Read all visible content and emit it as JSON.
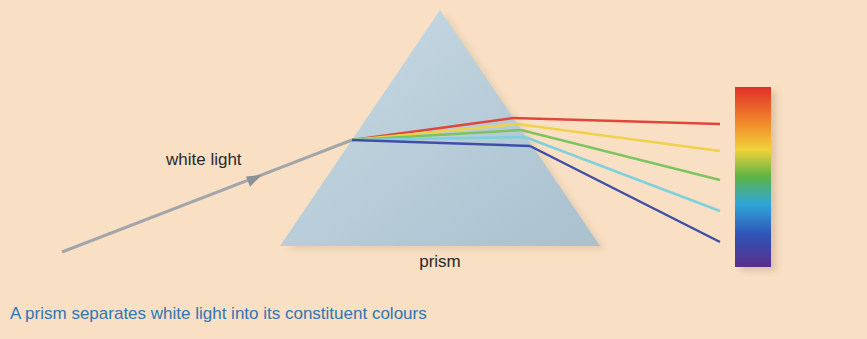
{
  "diagram": {
    "caption": "A prism separates white light into its constituent colours",
    "labels": [
      "white light",
      "prism"
    ]
  }
}
